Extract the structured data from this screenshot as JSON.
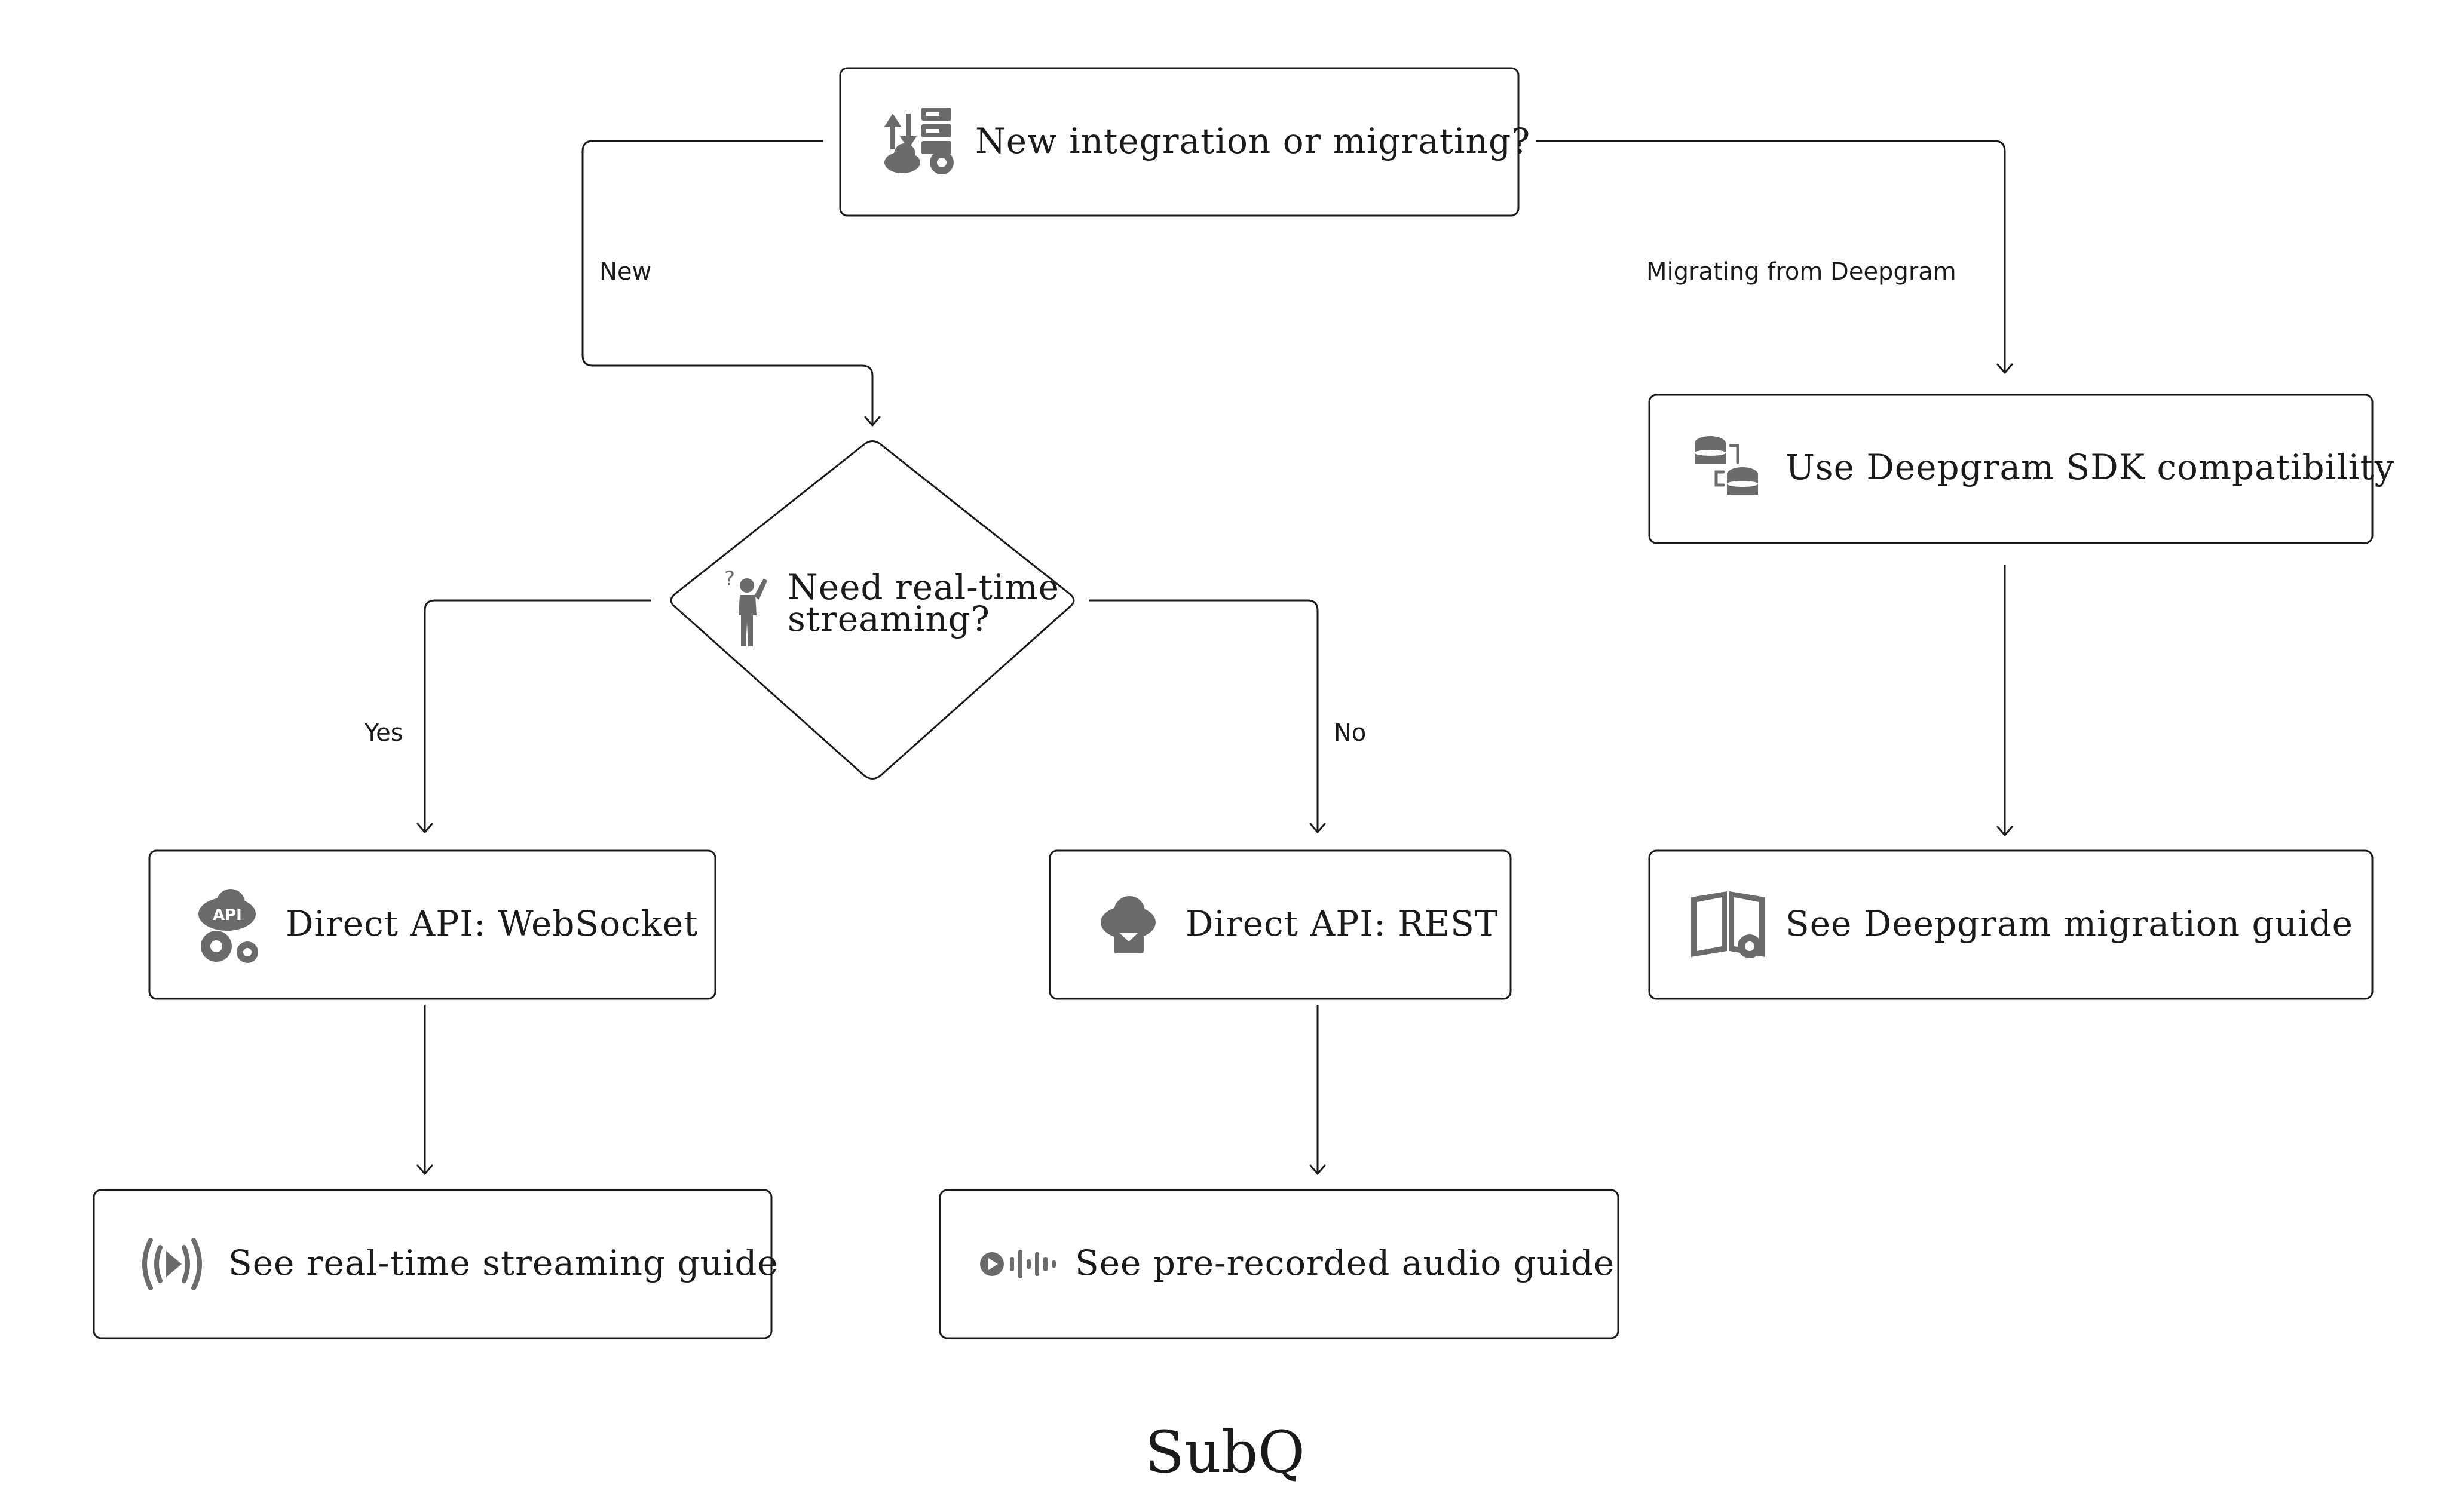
{
  "colors": {
    "yes": "#1e8f5e",
    "no": "#e0464a",
    "icon": "#6b6b6b",
    "line": "#1a1a1a"
  },
  "nodes": {
    "start": {
      "text": "New integration or migrating?",
      "icon": "server-migration-icon"
    },
    "realtime_question": {
      "line1": "Need real-time",
      "line2": "streaming?",
      "icon": "confused-person-icon"
    },
    "deepgram_compat": {
      "text": "Use Deepgram SDK compatibility",
      "icon": "database-sync-icon"
    },
    "websocket": {
      "text": "Direct API: WebSocket",
      "icon": "api-cloud-gears-icon"
    },
    "rest": {
      "text": "Direct API: REST",
      "icon": "cloud-download-icon"
    },
    "migration_guide": {
      "text": "See Deepgram migration guide",
      "icon": "book-gear-icon"
    },
    "streaming_guide": {
      "text": "See real-time streaming guide",
      "icon": "broadcast-play-icon"
    },
    "prerecorded_guide": {
      "text": "See pre-recorded audio guide",
      "icon": "audio-waveform-icon"
    }
  },
  "edges": {
    "new": "New",
    "migrating": "Migrating from Deepgram",
    "yes": "Yes",
    "no": "No"
  },
  "logo": {
    "text": "SubQ"
  }
}
